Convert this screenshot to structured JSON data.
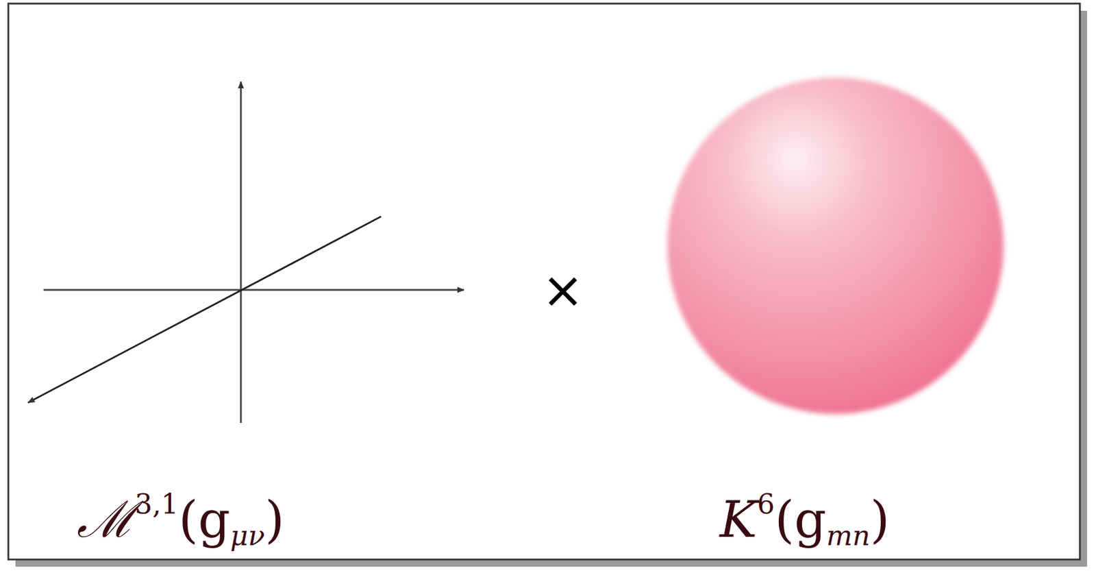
{
  "diagram": {
    "labels": [
      "ℳ",
      "3,1",
      "(g",
      "μν",
      ")",
      "×",
      "K",
      "6",
      "(g",
      "mn",
      ")"
    ]
  }
}
